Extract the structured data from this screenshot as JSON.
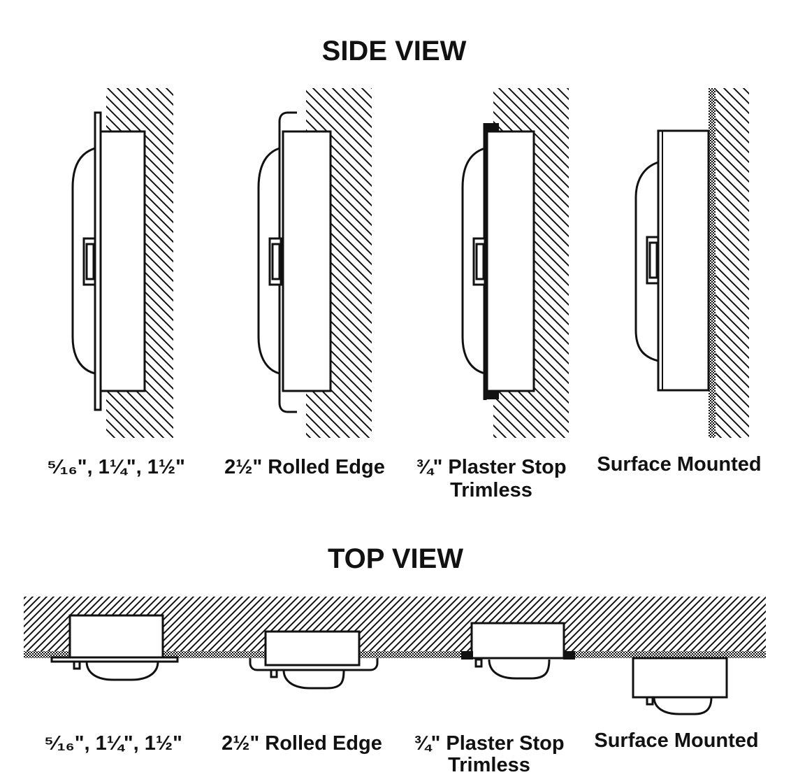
{
  "side_view": {
    "heading": "SIDE VIEW",
    "variants": [
      {
        "label_lines": [
          "⁵⁄₁₆\", 1¼\", 1½\""
        ]
      },
      {
        "label_lines": [
          "2½\" Rolled Edge"
        ]
      },
      {
        "label_lines": [
          "¾\" Plaster Stop",
          "Trimless"
        ]
      },
      {
        "label_lines": [
          "Surface Mounted"
        ]
      }
    ]
  },
  "top_view": {
    "heading": "TOP VIEW",
    "variants": [
      {
        "label_lines": [
          "⁵⁄₁₆\", 1¼\", 1½\""
        ]
      },
      {
        "label_lines": [
          "2½\" Rolled Edge"
        ]
      },
      {
        "label_lines": [
          "¾\" Plaster Stop",
          "Trimless"
        ]
      },
      {
        "label_lines": [
          "Surface Mounted"
        ]
      }
    ]
  },
  "colors": {
    "line": "#111111",
    "background": "#ffffff"
  }
}
